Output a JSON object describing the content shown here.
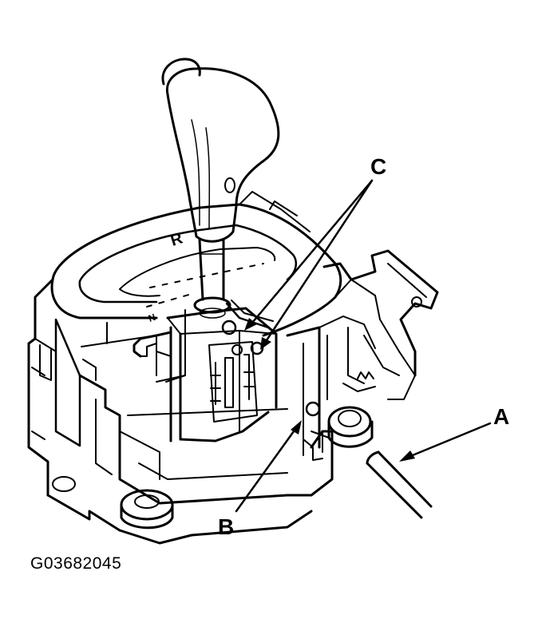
{
  "callouts": {
    "a": "A",
    "b": "B",
    "c": "C"
  },
  "shift_position_marks": {
    "r": "R",
    "n": "N"
  },
  "figure_code": "G03682045",
  "colors": {
    "line": "#000000",
    "background": "#ffffff"
  }
}
